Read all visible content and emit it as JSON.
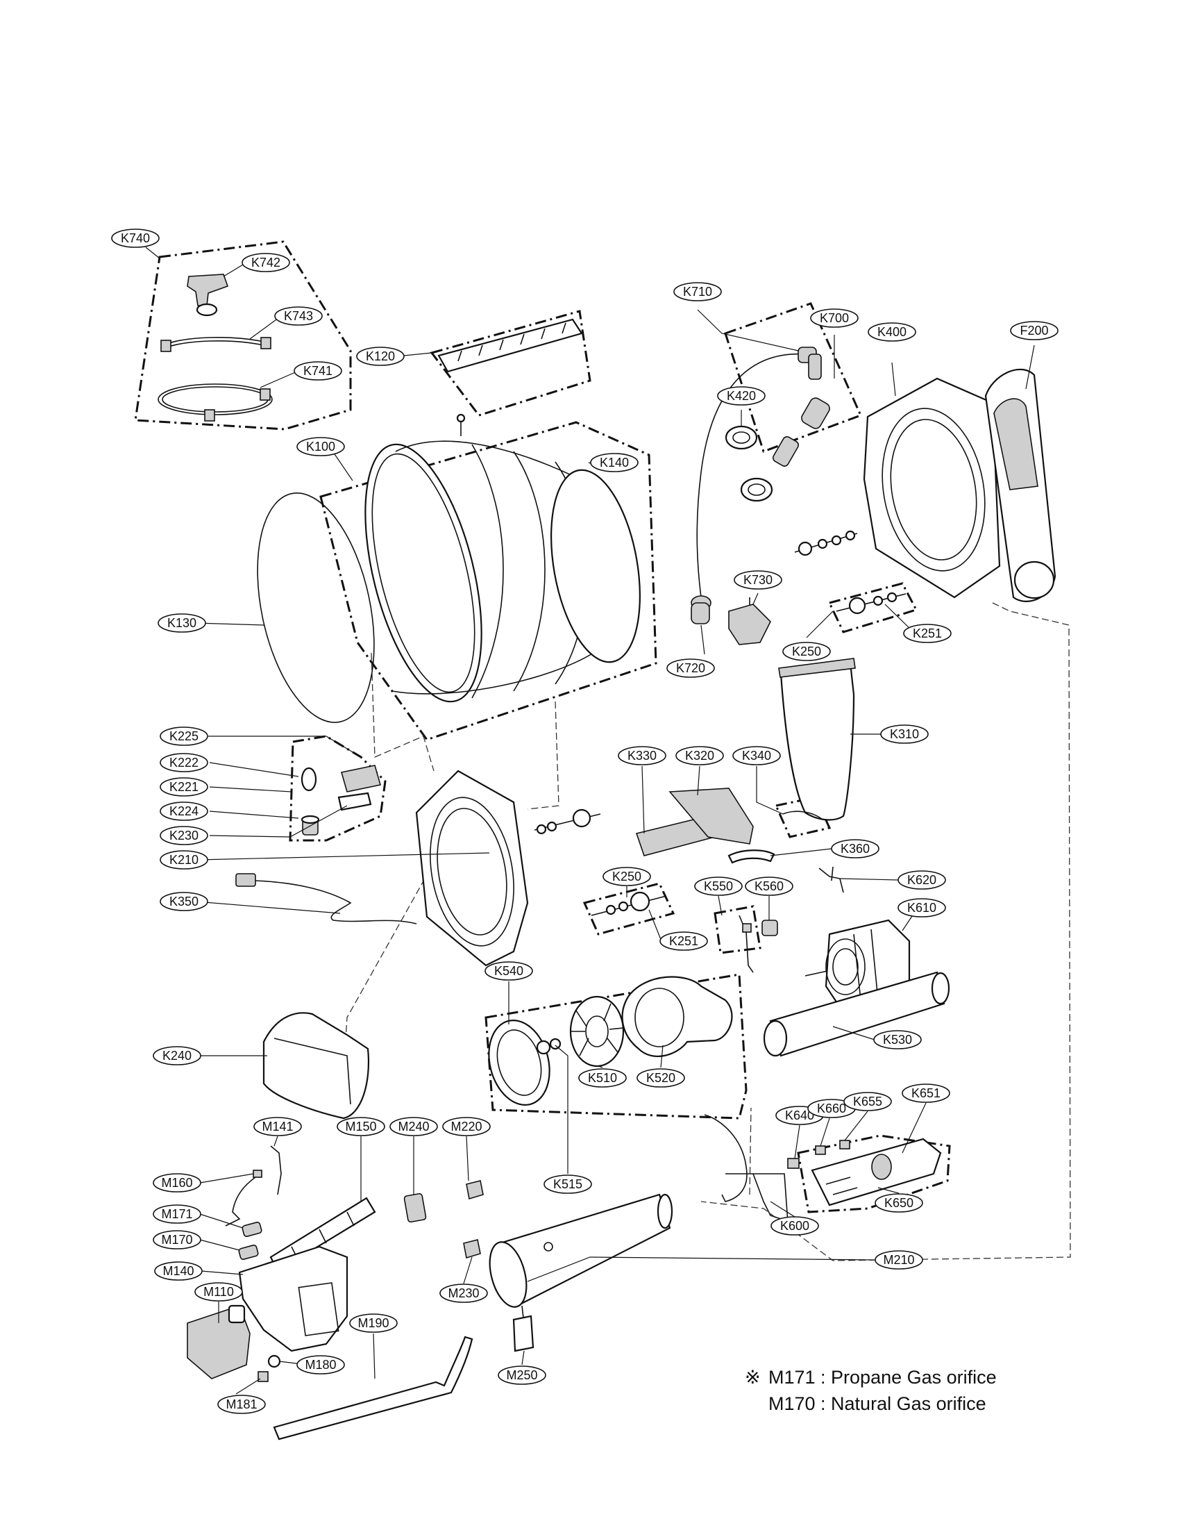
{
  "labels": [
    {
      "id": "K740",
      "text": "K740"
    },
    {
      "id": "K742",
      "text": "K742"
    },
    {
      "id": "K743",
      "text": "K743"
    },
    {
      "id": "K741",
      "text": "K741"
    },
    {
      "id": "K120",
      "text": "K120"
    },
    {
      "id": "K100",
      "text": "K100"
    },
    {
      "id": "K140",
      "text": "K140"
    },
    {
      "id": "K130",
      "text": "K130"
    },
    {
      "id": "K710",
      "text": "K710"
    },
    {
      "id": "K700",
      "text": "K700"
    },
    {
      "id": "K400",
      "text": "K400"
    },
    {
      "id": "F200",
      "text": "F200"
    },
    {
      "id": "K420",
      "text": "K420"
    },
    {
      "id": "K730",
      "text": "K730"
    },
    {
      "id": "K720",
      "text": "K720"
    },
    {
      "id": "K250a",
      "text": "K250"
    },
    {
      "id": "K251a",
      "text": "K251"
    },
    {
      "id": "K310",
      "text": "K310"
    },
    {
      "id": "K225",
      "text": "K225"
    },
    {
      "id": "K222",
      "text": "K222"
    },
    {
      "id": "K221",
      "text": "K221"
    },
    {
      "id": "K224",
      "text": "K224"
    },
    {
      "id": "K230",
      "text": "K230"
    },
    {
      "id": "K210",
      "text": "K210"
    },
    {
      "id": "K350",
      "text": "K350"
    },
    {
      "id": "K330",
      "text": "K330"
    },
    {
      "id": "K320",
      "text": "K320"
    },
    {
      "id": "K340",
      "text": "K340"
    },
    {
      "id": "K360",
      "text": "K360"
    },
    {
      "id": "K250b",
      "text": "K250"
    },
    {
      "id": "K251b",
      "text": "K251"
    },
    {
      "id": "K550",
      "text": "K550"
    },
    {
      "id": "K560",
      "text": "K560"
    },
    {
      "id": "K620",
      "text": "K620"
    },
    {
      "id": "K610",
      "text": "K610"
    },
    {
      "id": "K540",
      "text": "K540"
    },
    {
      "id": "K240",
      "text": "K240"
    },
    {
      "id": "K510",
      "text": "K510"
    },
    {
      "id": "K520",
      "text": "K520"
    },
    {
      "id": "K530",
      "text": "K530"
    },
    {
      "id": "K515",
      "text": "K515"
    },
    {
      "id": "K640",
      "text": "K640"
    },
    {
      "id": "K660",
      "text": "K660"
    },
    {
      "id": "K655",
      "text": "K655"
    },
    {
      "id": "K651",
      "text": "K651"
    },
    {
      "id": "K650",
      "text": "K650"
    },
    {
      "id": "K600",
      "text": "K600"
    },
    {
      "id": "M141",
      "text": "M141"
    },
    {
      "id": "M150",
      "text": "M150"
    },
    {
      "id": "M240",
      "text": "M240"
    },
    {
      "id": "M220",
      "text": "M220"
    },
    {
      "id": "M160",
      "text": "M160"
    },
    {
      "id": "M171",
      "text": "M171"
    },
    {
      "id": "M170",
      "text": "M170"
    },
    {
      "id": "M140",
      "text": "M140"
    },
    {
      "id": "M110",
      "text": "M110"
    },
    {
      "id": "M190",
      "text": "M190"
    },
    {
      "id": "M180",
      "text": "M180"
    },
    {
      "id": "M181",
      "text": "M181"
    },
    {
      "id": "M230",
      "text": "M230"
    },
    {
      "id": "M250",
      "text": "M250"
    },
    {
      "id": "M210",
      "text": "M210"
    }
  ],
  "footnote": {
    "mark": "※",
    "line1": "M171 : Propane Gas orifice",
    "line2": "M170 : Natural Gas orifice"
  }
}
